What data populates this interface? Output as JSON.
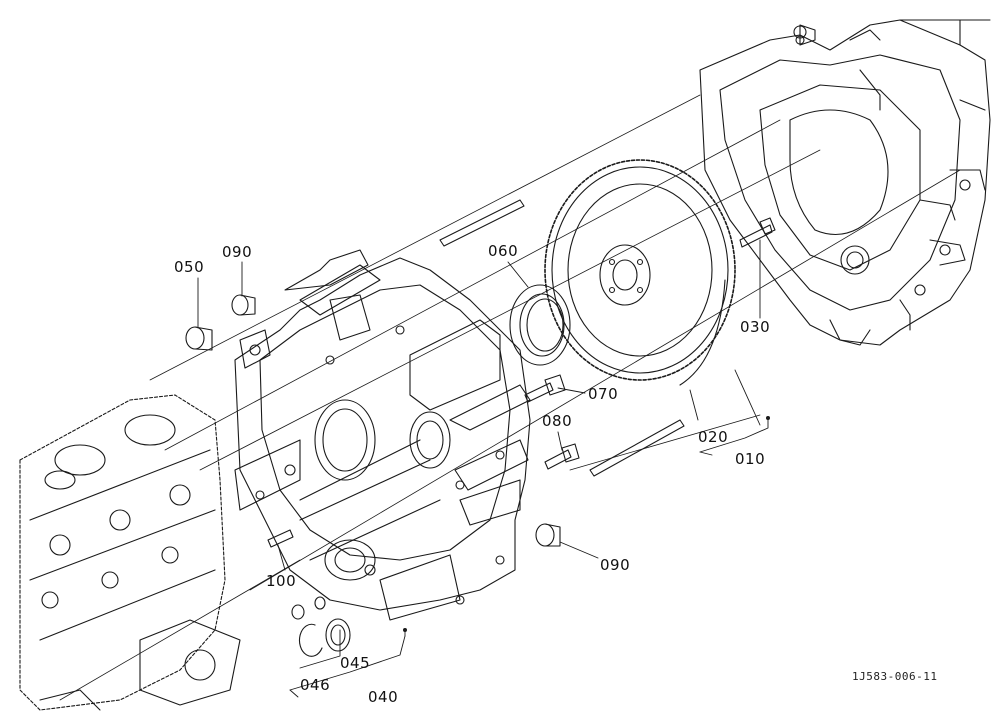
{
  "diagram": {
    "figure_code": "1J583-006-11",
    "callouts": [
      {
        "id": "c050",
        "text": "050"
      },
      {
        "id": "c090a",
        "text": "090"
      },
      {
        "id": "c060",
        "text": "060"
      },
      {
        "id": "c030",
        "text": "030"
      },
      {
        "id": "c070",
        "text": "070"
      },
      {
        "id": "c080",
        "text": "080"
      },
      {
        "id": "c020",
        "text": "020"
      },
      {
        "id": "c010",
        "text": "010"
      },
      {
        "id": "c090b",
        "text": "090"
      },
      {
        "id": "c100",
        "text": "100"
      },
      {
        "id": "c045",
        "text": "045"
      },
      {
        "id": "c046",
        "text": "046"
      },
      {
        "id": "c040",
        "text": "040"
      }
    ]
  },
  "colors": {
    "line": "#1a1a1a",
    "background": "#ffffff"
  }
}
